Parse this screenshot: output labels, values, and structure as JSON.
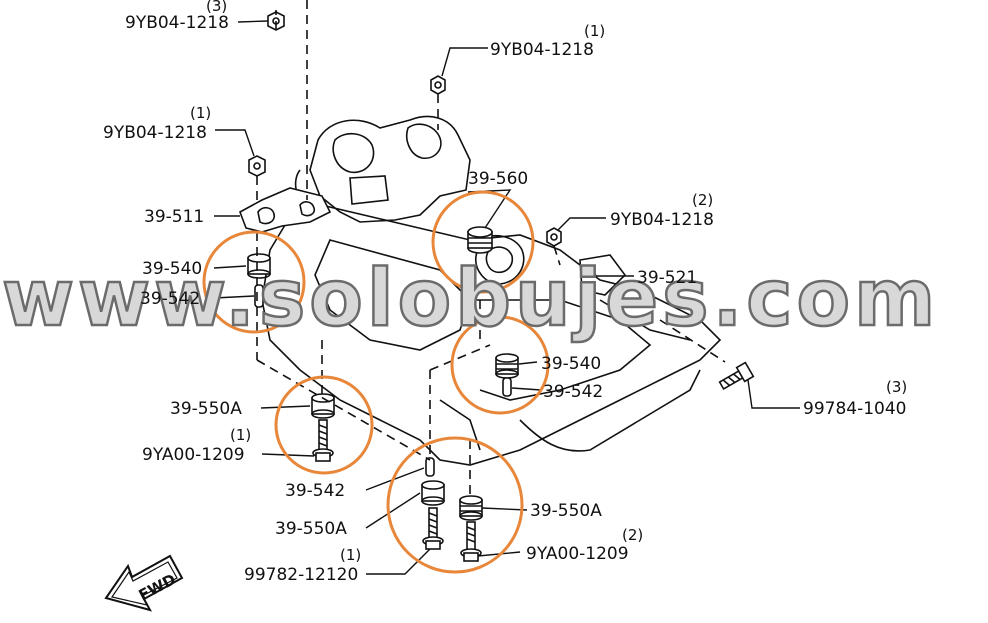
{
  "diagram": {
    "watermark": "www.solobujes.com",
    "fwd_label": "FWD",
    "highlight_color": "#E8873A",
    "labels": [
      {
        "id": "l1",
        "code": "9YB04-1218",
        "qty": "(3)"
      },
      {
        "id": "l2",
        "code": "9YB04-1218",
        "qty": "(1)"
      },
      {
        "id": "l3",
        "code": "9YB04-1218",
        "qty": "(1)"
      },
      {
        "id": "l4",
        "code": "39-560",
        "qty": ""
      },
      {
        "id": "l5",
        "code": "39-511",
        "qty": ""
      },
      {
        "id": "l6",
        "code": "9YB04-1218",
        "qty": "(2)"
      },
      {
        "id": "l7",
        "code": "39-540",
        "qty": ""
      },
      {
        "id": "l8",
        "code": "39-542",
        "qty": ""
      },
      {
        "id": "l9",
        "code": "39-521",
        "qty": ""
      },
      {
        "id": "l10",
        "code": "39-540",
        "qty": ""
      },
      {
        "id": "l11",
        "code": "39-542",
        "qty": ""
      },
      {
        "id": "l12",
        "code": "99784-1040",
        "qty": "(3)"
      },
      {
        "id": "l13",
        "code": "39-550A",
        "qty": ""
      },
      {
        "id": "l14",
        "code": "9YA00-1209",
        "qty": "(1)"
      },
      {
        "id": "l15",
        "code": "39-542",
        "qty": ""
      },
      {
        "id": "l16",
        "code": "39-550A",
        "qty": ""
      },
      {
        "id": "l17",
        "code": "39-550A",
        "qty": ""
      },
      {
        "id": "l18",
        "code": "99782-12120",
        "qty": "(1)"
      },
      {
        "id": "l19",
        "code": "9YA00-1209",
        "qty": "(2)"
      }
    ]
  }
}
